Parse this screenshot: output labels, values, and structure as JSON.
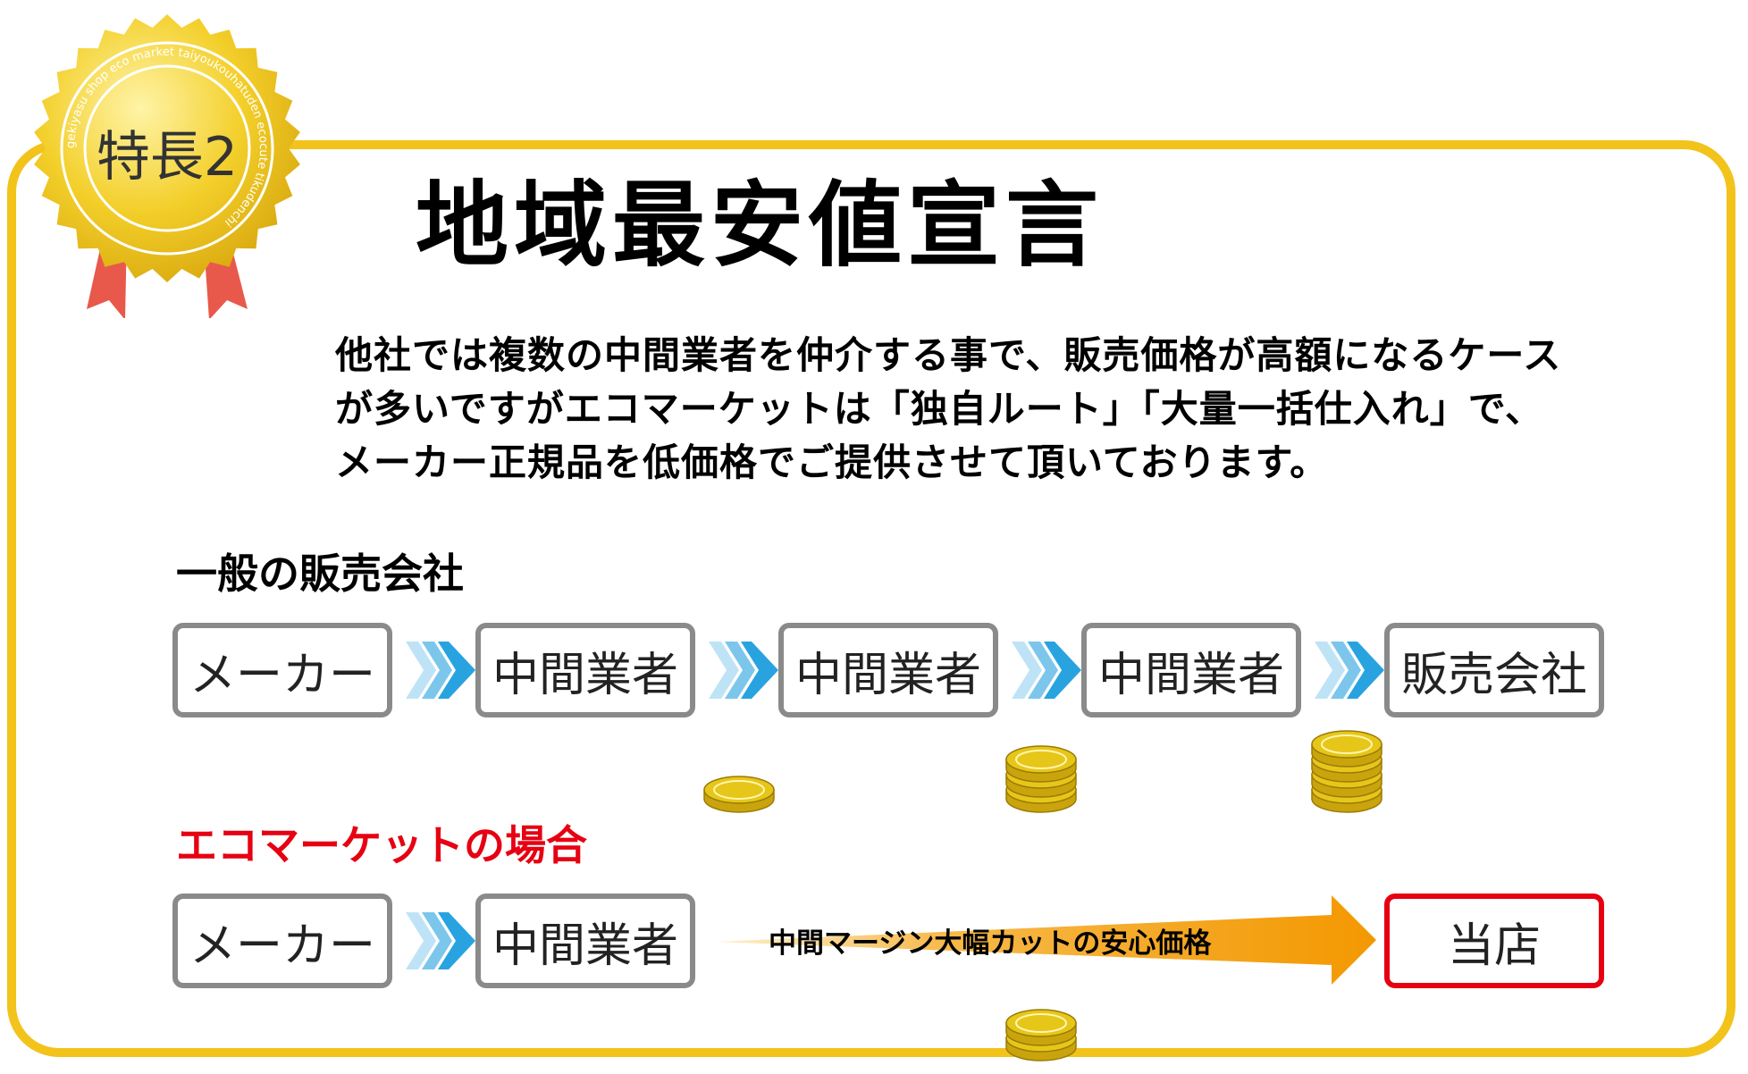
{
  "badge": {
    "label": "特長2",
    "ring_text": "gekiyasu shop eco market taiyoukouhatuden ecocute tikudenchi"
  },
  "title": "地域最安値宣言",
  "intro_lines": [
    "他社では複数の中間業者を仲介する事で、販売価格が高額になるケース",
    "が多いですがエコマーケットは「独自ルート」「大量一括仕入れ」で、",
    "メーカー正規品を低価格でご提供させて頂いております。"
  ],
  "general": {
    "heading": "一般の販売会社",
    "steps": [
      "メーカー",
      "中間業者",
      "中間業者",
      "中間業者",
      "販売会社"
    ],
    "coin_counts": [
      1,
      3,
      4
    ]
  },
  "eco": {
    "heading": "エコマーケットの場合",
    "steps": [
      "メーカー",
      "中間業者"
    ],
    "arrow_label": "中間マージン大幅カットの安心価格",
    "store": "当店",
    "coin_count": 2
  },
  "colors": {
    "frame": "#f2c31a",
    "accent_red": "#e60012",
    "chevron_blue": "#29a3e0",
    "arrow_orange": "#f39800",
    "coin_gold": "#e6c619"
  }
}
